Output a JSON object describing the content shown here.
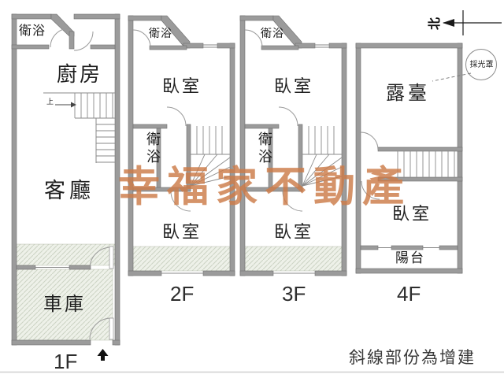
{
  "watermark": {
    "text": "幸福家不動產",
    "color": "#cd7c49"
  },
  "note": {
    "text": "斜線部份為增建"
  },
  "north": {
    "label": "北"
  },
  "legend": {
    "hatch_meaning": "增建"
  },
  "colors": {
    "wall": "#9b9b9b",
    "wall_edge": "#6f6f6f",
    "hatch_bg": "#eef1e9",
    "hatch_line": "#ccd3c4",
    "line": "#8a8a8a"
  },
  "floors": [
    {
      "label": "1F",
      "bath": "衛浴",
      "kitchen": "廚房",
      "living": "客廳",
      "garage": "車庫",
      "stairs_up": "上"
    },
    {
      "label": "2F",
      "bath_top": "衛浴",
      "bedroom_top": "臥室",
      "bath_mid": "衛浴",
      "bedroom_bottom": "臥室"
    },
    {
      "label": "3F",
      "bath_top": "衛浴",
      "bedroom_top": "臥室",
      "bath_mid": "衛浴",
      "bedroom_bottom": "臥室"
    },
    {
      "label": "4F",
      "terrace": "露臺",
      "skylight": "採光罩",
      "bedroom": "臥室",
      "balcony": "陽台"
    }
  ]
}
